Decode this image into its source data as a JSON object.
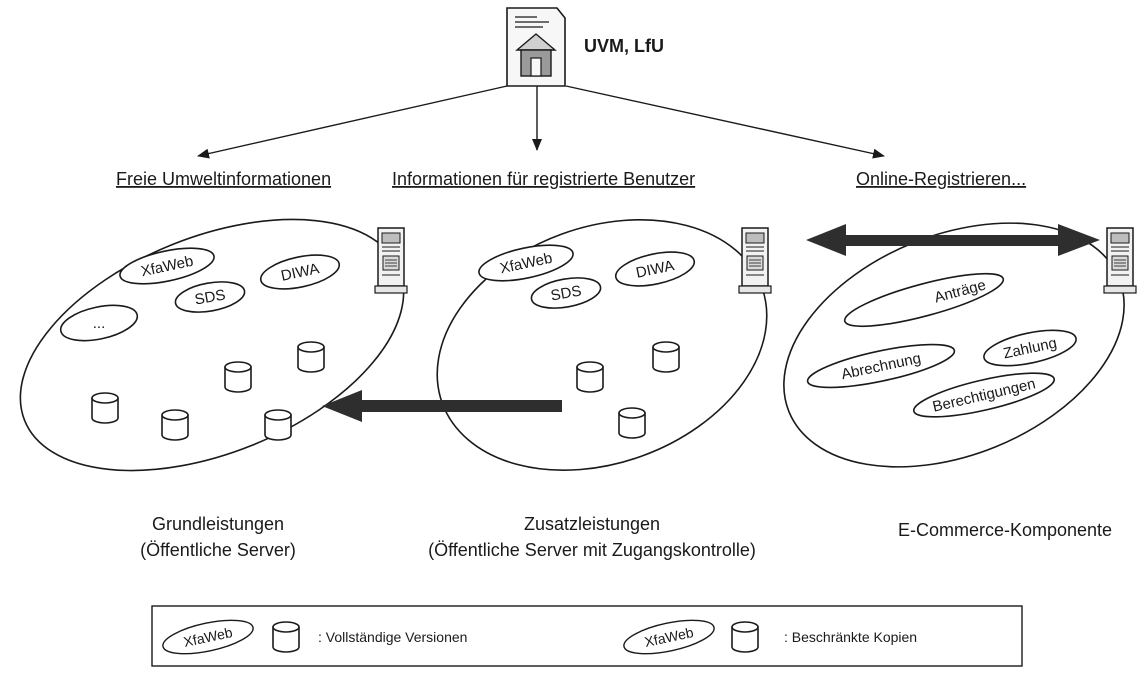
{
  "header": {
    "title": "UVM, LfU",
    "icon": "house-document-icon"
  },
  "links": {
    "free": "Freie Umweltinformationen",
    "registered": "Informationen für registrierte Benutzer",
    "online": "Online-Registrieren..."
  },
  "clusters": {
    "left": {
      "services": [
        "XfaWeb",
        "SDS",
        "DIWA",
        "..."
      ],
      "caption_line1": "Grundleistungen",
      "caption_line2": "(Öffentliche Server)"
    },
    "middle": {
      "services": [
        "XfaWeb",
        "SDS",
        "DIWA"
      ],
      "caption_line1": "Zusatzleistungen",
      "caption_line2": "(Öffentliche Server mit Zugangskontrolle)"
    },
    "right": {
      "components": [
        "Anträge",
        "Zahlung",
        "Abrechnung",
        "Berechtigungen"
      ],
      "caption_line1": "E-Commerce-Komponente"
    }
  },
  "legend": {
    "sample": "XfaWeb",
    "full": ": Vollständige Versionen",
    "restricted": ": Beschränkte Kopien"
  },
  "colors": {
    "stroke": "#1a1a1a",
    "arrow": "#2e2e2e",
    "background": "#ffffff"
  }
}
